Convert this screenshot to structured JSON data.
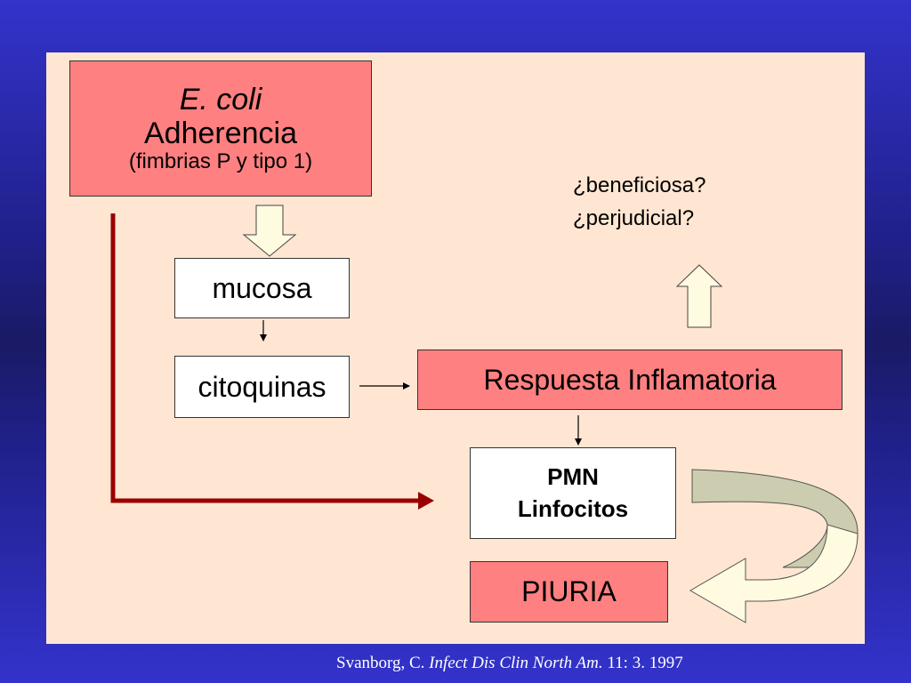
{
  "boxes": {
    "ecoli": {
      "title": "E. coli",
      "subtitle": "Adherencia",
      "detail": "(fimbrias P y tipo 1)"
    },
    "mucosa": "mucosa",
    "citoquinas": "citoquinas",
    "respuesta": "Respuesta Inflamatoria",
    "pmn": {
      "line1": "PMN",
      "line2": "Linfocitos"
    },
    "piuria": "PIURIA"
  },
  "question": {
    "line1": "¿beneficiosa?",
    "line2": "¿perjudicial?"
  },
  "citation": {
    "author": "Svanborg, C.",
    "journal": "Infect Dis Clin North Am.",
    "ref": "11: 3. 1997"
  },
  "colors": {
    "background_blue": "#3333cc",
    "panel": "#ffe6d2",
    "box_pink": "#ff8080",
    "dark_red_arrow": "#990000",
    "block_arrow_fill": "#fffbe0",
    "curved_arrow_fill": "#ccccb0"
  }
}
